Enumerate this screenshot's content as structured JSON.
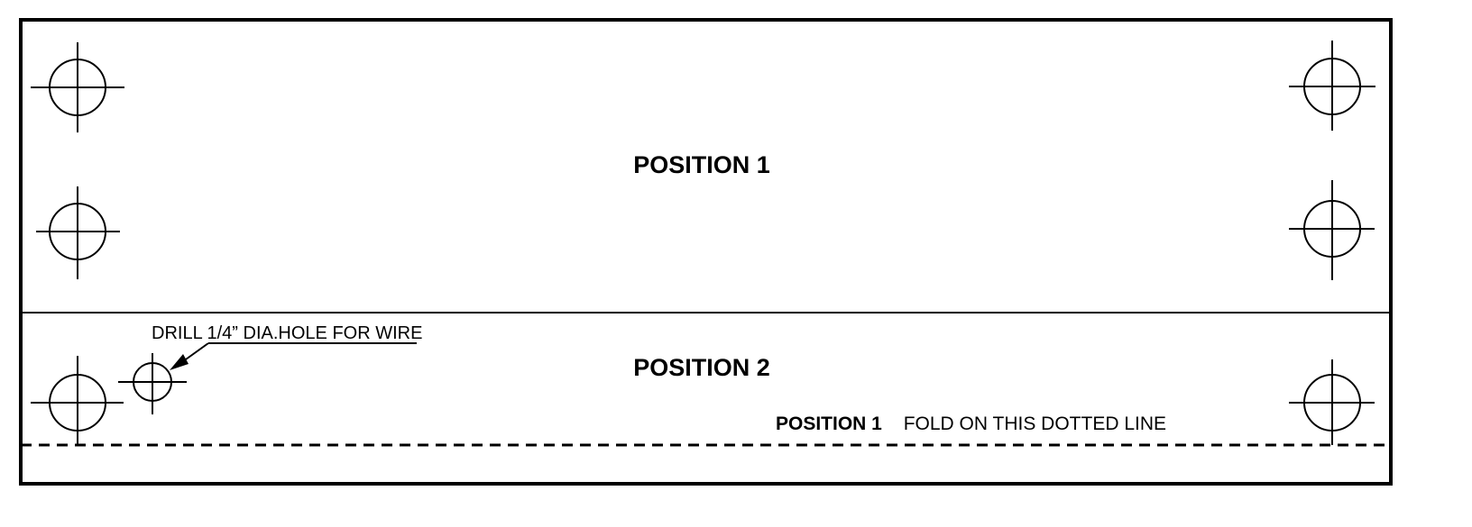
{
  "diagram": {
    "position_1_label": "POSITION 1",
    "position_2_label": "POSITION 2",
    "drill_note": "DRILL 1/4” DIA.HOLE FOR WIRE",
    "fold_note_bold": "POSITION 1",
    "fold_note_text": "FOLD ON THIS DOTTED LINE",
    "mounting_hole_count": 6,
    "wire_hole_count": 1,
    "line_color": "#000000",
    "background_color": "#ffffff"
  }
}
